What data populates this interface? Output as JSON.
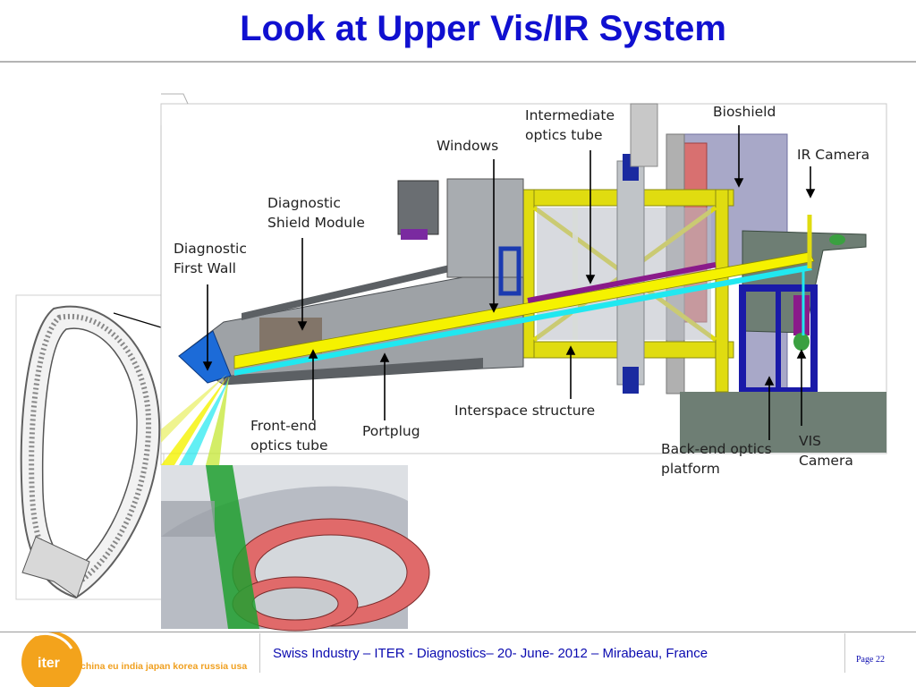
{
  "slide": {
    "title": "Look at Upper Vis/IR System"
  },
  "labels": {
    "diagnostic_first_wall": [
      "Diagnostic",
      "First Wall"
    ],
    "diagnostic_shield_module": [
      "Diagnostic",
      "Shield Module"
    ],
    "windows": "Windows",
    "intermediate_optics_tube": [
      "Intermediate",
      "optics tube"
    ],
    "bioshield": "Bioshield",
    "ir_camera": "IR Camera",
    "front_end_optics_tube": [
      "Front-end",
      "optics tube"
    ],
    "portplug": "Portplug",
    "interspace_structure": "Interspace structure",
    "back_end_optics_platform": [
      "Back-end optics",
      "platform"
    ],
    "vis_camera": [
      "VIS",
      "Camera"
    ]
  },
  "footer": {
    "logo_word": "iter",
    "members": "china eu india japan korea russia usa",
    "caption": "Swiss Industry – ITER - Diagnostics– 20- June- 2012 –  Mirabeau, France",
    "page": "Page 22"
  },
  "colors": {
    "title": "#1010d0",
    "beam_yellow": "#f5f200",
    "beam_cyan": "#20e8f0",
    "frame_yellow": "#e0dc10",
    "bioshield": "#a8a8c8",
    "platform_blue": "#1a1aa8",
    "front_wall_blue": "#1c6bd8",
    "torus_pink": "#e06a6a"
  }
}
